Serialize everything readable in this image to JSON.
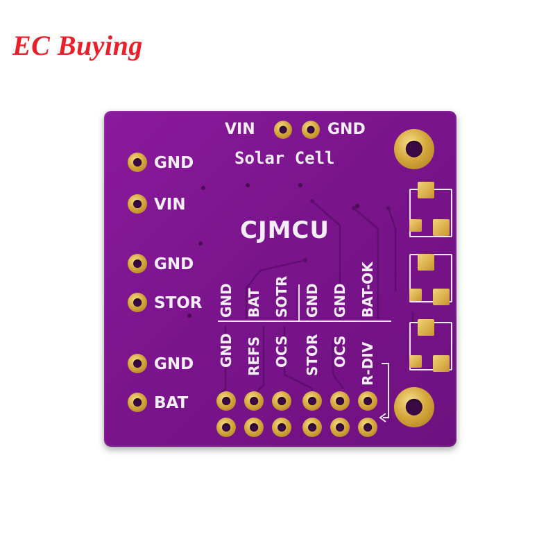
{
  "watermark": "EC Buying",
  "board": {
    "top_header": {
      "left": "VIN",
      "right": "GND",
      "caption": "Solar Cell"
    },
    "left_pins": [
      "GND",
      "VIN",
      "GND",
      "STOR",
      "GND",
      "BAT"
    ],
    "logo": "CJMCU",
    "header_top_labels": [
      "GND",
      "BAT",
      "SOTR",
      "GND",
      "GND",
      "BAT-OK"
    ],
    "header_bottom_labels": [
      "GND",
      "REFS",
      "OCS",
      "STOR",
      "OCS",
      "R-DIV"
    ]
  },
  "colors": {
    "pcb": "#7a148c",
    "silkscreen": "#f4eef6",
    "gold": "#d6a93e",
    "watermark": "#e8202a"
  }
}
